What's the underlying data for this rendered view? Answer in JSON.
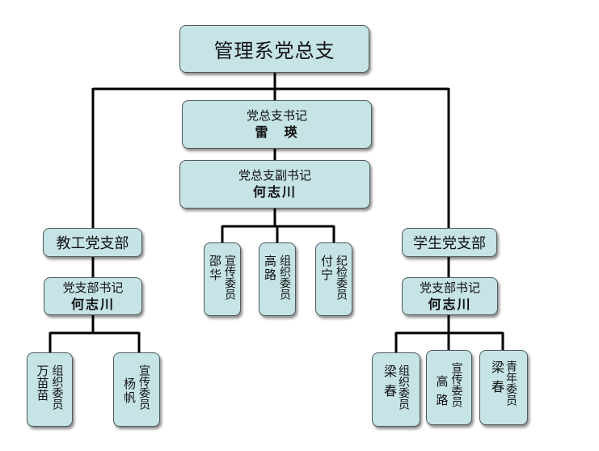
{
  "root": "管理系党总支",
  "secretary": {
    "role": "党总支书记",
    "name": "雷　瑛"
  },
  "deputy": {
    "role": "党总支副书记",
    "name": "何志川"
  },
  "center_members": [
    {
      "role": "宣传委员",
      "name": "邵华"
    },
    {
      "role": "组织委员",
      "name": "高路"
    },
    {
      "role": "纪检委员",
      "name": "付宁"
    }
  ],
  "left_branch": {
    "name": "教工党支部",
    "secretary_role": "党支部书记",
    "secretary_name": "何志川",
    "members": [
      {
        "role": "组织委员",
        "name": "万苗苗"
      },
      {
        "role": "宣传委员",
        "name": "杨帆"
      }
    ]
  },
  "right_branch": {
    "name": "学生党支部",
    "secretary_role": "党支部书记",
    "secretary_name": "何志川",
    "members": [
      {
        "role": "组织委员",
        "name": "梁春"
      },
      {
        "role": "宣传委员",
        "name": "高路"
      },
      {
        "role": "青年委员",
        "name": "梁春"
      }
    ]
  }
}
